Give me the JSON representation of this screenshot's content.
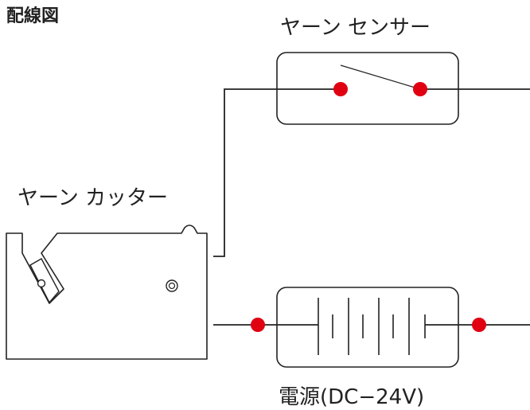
{
  "diagram": {
    "title": "配線図",
    "yarn_sensor_label": "ヤーン センサー",
    "yarn_cutter_label": "ヤーン カッター",
    "power_supply_label": "電源(DC−24V)"
  },
  "colors": {
    "wire": "#222222",
    "terminal": "#e00012",
    "outline": "#222222",
    "background": "#ffffff"
  }
}
